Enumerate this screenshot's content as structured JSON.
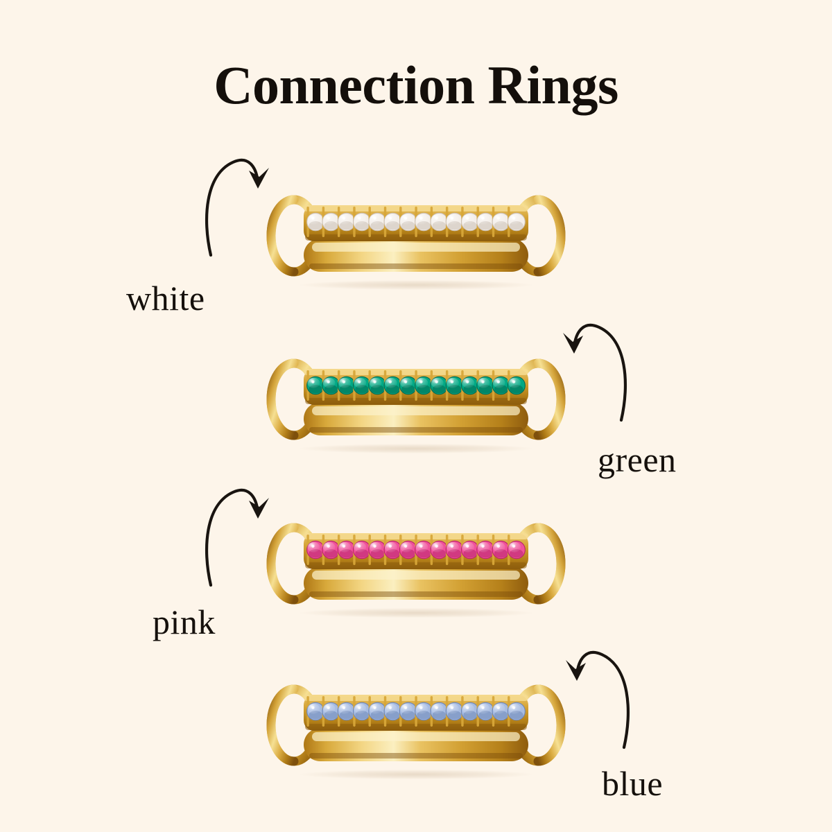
{
  "page": {
    "title": "Connection Rings",
    "background_color": "#FDF5EA",
    "text_color": "#140F0B"
  },
  "variants": [
    {
      "id": "white",
      "label": "white",
      "stone_name": "white diamond",
      "stone_color": "#F4EFEA",
      "stone_color_dark": "#CBBFB4",
      "stone_count": 14,
      "arrow_direction": "left-to-right",
      "arrow_side": "left"
    },
    {
      "id": "green",
      "label": "green",
      "stone_name": "emerald",
      "stone_color": "#00A884",
      "stone_color_dark": "#046A52",
      "stone_count": 14,
      "arrow_direction": "right-to-left",
      "arrow_side": "right"
    },
    {
      "id": "pink",
      "label": "pink",
      "stone_name": "pink sapphire",
      "stone_color": "#F0529B",
      "stone_color_dark": "#B8246B",
      "stone_count": 14,
      "arrow_direction": "left-to-right",
      "arrow_side": "left"
    },
    {
      "id": "blue",
      "label": "blue",
      "stone_name": "light blue sapphire",
      "stone_color": "#A7BCE2",
      "stone_color_dark": "#6E86B6",
      "stone_count": 14,
      "arrow_direction": "right-to-left",
      "arrow_side": "right"
    }
  ],
  "metal": {
    "name": "gold",
    "shadow": "#8A5F14",
    "base": "#C08C20",
    "mid": "#E0B44C",
    "highlight": "#F8E49A",
    "deep": "#7A4F0E"
  }
}
